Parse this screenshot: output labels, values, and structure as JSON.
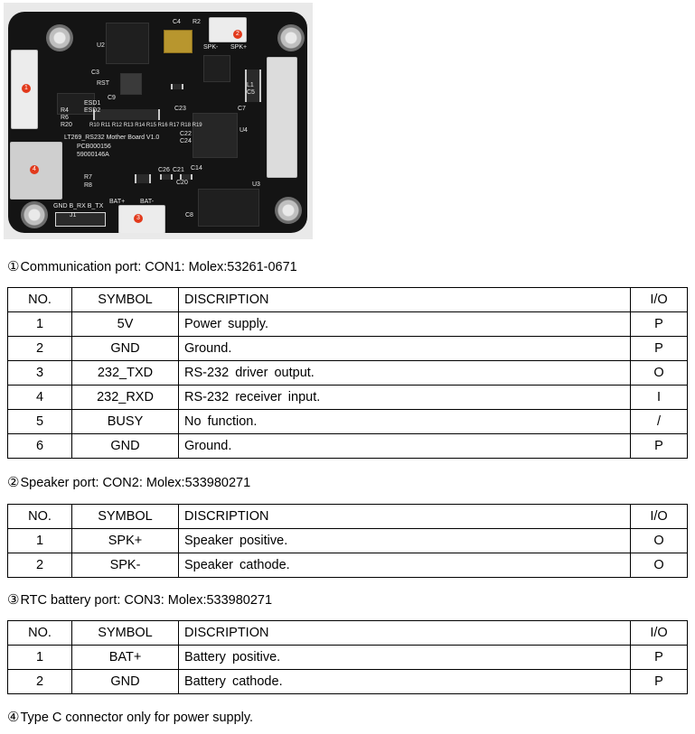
{
  "photo": {
    "silkscreen": {
      "board_name": "LT269_RS232 Mother Board V1.0",
      "pcb_code": "PCB000156",
      "part_code": "59000146A",
      "spk_minus": "SPK-",
      "spk_plus": "SPK+",
      "bat_plus": "BAT+",
      "bat_minus": "BAT-",
      "pin_labels": "GND B_RX B_TX",
      "refs": [
        "U2",
        "C4",
        "R2",
        "C3",
        "RST",
        "C9",
        "ESD1",
        "ESD2",
        "R4",
        "R6",
        "R20",
        "C7",
        "C5",
        "C23",
        "U4",
        "C22",
        "C24",
        "C26",
        "C21",
        "C14",
        "C20",
        "R7",
        "R8",
        "U3",
        "J1",
        "C8",
        "L1"
      ],
      "ref_rows": [
        "R10 R11 R12 R13 R14 R15 R16 R17 R18 R19"
      ]
    },
    "markers": [
      "1",
      "2",
      "3",
      "4"
    ],
    "marker_color": "#e23a1c"
  },
  "sections": [
    {
      "num": "①",
      "title": "Communication port: CON1: Molex:53261-0671",
      "headers": [
        "NO.",
        "SYMBOL",
        "DISCRIPTION",
        "I/O"
      ],
      "rows": [
        [
          "1",
          "5V",
          "Power supply.",
          "P"
        ],
        [
          "2",
          "GND",
          "Ground.",
          "P"
        ],
        [
          "3",
          "232_TXD",
          "RS-232 driver output.",
          "O"
        ],
        [
          "4",
          "232_RXD",
          "RS-232 receiver input.",
          "I"
        ],
        [
          "5",
          "BUSY",
          "No function.",
          "/"
        ],
        [
          "6",
          "GND",
          "Ground.",
          "P"
        ]
      ]
    },
    {
      "num": "②",
      "title": "Speaker port: CON2: Molex:533980271",
      "headers": [
        "NO.",
        "SYMBOL",
        "DISCRIPTION",
        "I/O"
      ],
      "rows": [
        [
          "1",
          "SPK+",
          "Speaker positive.",
          "O"
        ],
        [
          "2",
          "SPK-",
          "Speaker cathode.",
          "O"
        ]
      ]
    },
    {
      "num": "③",
      "title": "RTC battery port: CON3: Molex:533980271",
      "headers": [
        "NO.",
        "SYMBOL",
        "DISCRIPTION",
        "I/O"
      ],
      "rows": [
        [
          "1",
          "BAT+",
          "Battery positive.",
          "P"
        ],
        [
          "2",
          "GND",
          "Battery cathode.",
          "P"
        ]
      ]
    }
  ],
  "note": {
    "num": "④",
    "text": "Type C connector only for power supply."
  }
}
